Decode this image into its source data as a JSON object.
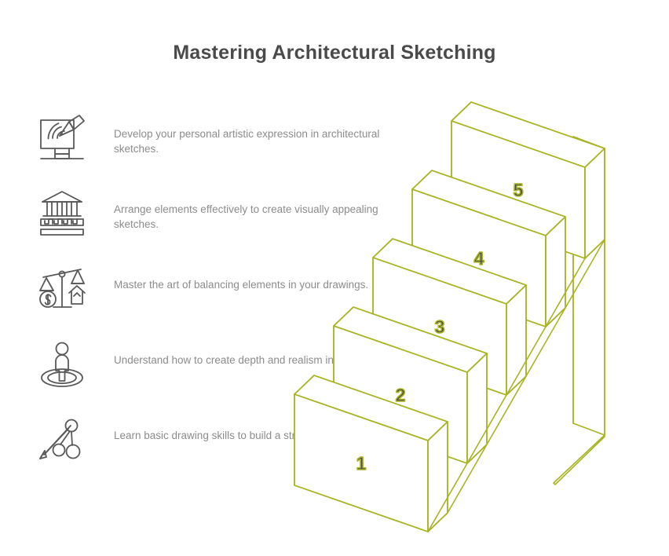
{
  "page": {
    "title": "Mastering Architectural Sketching",
    "background_color": "#ffffff",
    "title_color": "#4a4a4a",
    "body_text_color": "#8c8c8c",
    "accent_color": "#a8b423",
    "icon_stroke_color": "#595959"
  },
  "items": [
    {
      "step": "5",
      "icon": "drawing-tablet-pencil-icon",
      "text": "Develop your personal artistic expression in architectural sketches."
    },
    {
      "step": "4",
      "icon": "classical-building-icon",
      "text": "Arrange elements effectively to create visually appealing sketches."
    },
    {
      "step": "3",
      "icon": "balance-scale-money-house-icon",
      "text": "Master the art of balancing elements in your drawings."
    },
    {
      "step": "2",
      "icon": "person-in-circle-icon",
      "text": "Understand how to create depth and realism in sketches."
    },
    {
      "step": "1",
      "icon": "arrow-nodes-icon",
      "text": "Learn basic drawing skills to build a strong foundation."
    }
  ],
  "staircase": {
    "name": "isometric-staircase",
    "stroke_color": "#a8b423",
    "face_color": "#ffffff",
    "label_color": "#4a4a4a",
    "steps": [
      {
        "label": "1",
        "order": 1
      },
      {
        "label": "2",
        "order": 2
      },
      {
        "label": "3",
        "order": 3
      },
      {
        "label": "4",
        "order": 4
      },
      {
        "label": "5",
        "order": 5
      }
    ]
  },
  "chart_data": {
    "type": "bar",
    "title": "Mastering Architectural Sketching",
    "categories": [
      "1",
      "2",
      "3",
      "4",
      "5"
    ],
    "values": [
      1,
      2,
      3,
      4,
      5
    ],
    "labels": [
      "Learn basic drawing skills to build a strong foundation.",
      "Understand how to create depth and realism in sketches.",
      "Master the art of balancing elements in your drawings.",
      "Arrange elements effectively to create visually appealing sketches.",
      "Develop your personal artistic expression in architectural sketches."
    ],
    "xlabel": "",
    "ylabel": "",
    "legend": "none",
    "grid": false
  }
}
